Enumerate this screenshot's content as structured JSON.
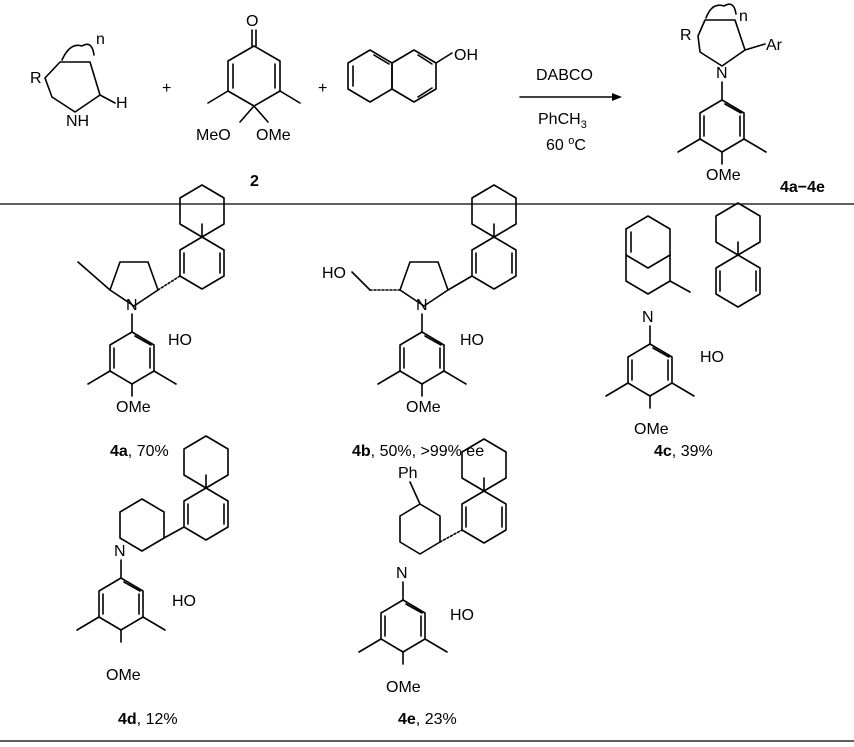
{
  "scheme": {
    "reactant1": {
      "r_label": "R",
      "n_label": "n",
      "nh_label": "NH",
      "h_label": "H"
    },
    "plus": "+",
    "reactant2": {
      "carbonyl_o": "O",
      "ome_left": "MeO",
      "ome_right": "OMe",
      "number": "2"
    },
    "reactant3": {
      "oh_label": "OH"
    },
    "conditions": {
      "reagent": "DABCO",
      "solvent_base": "PhCH",
      "solvent_sub": "3",
      "temperature": "60 ",
      "temp_sup": "o",
      "temp_unit": "C"
    },
    "product": {
      "r_label": "R",
      "n_label": "n",
      "ar_label": "Ar",
      "n_atom": "N",
      "ome_label": "OMe",
      "range_label": "4a−4e"
    }
  },
  "compounds": [
    {
      "id": "4a",
      "rest": ", 70%",
      "n_atom": "N",
      "oh_label": "HO",
      "ome_label": "OMe"
    },
    {
      "id": "4b",
      "rest": ", 50%, >99% ee",
      "n_atom": "N",
      "oh_label": "HO",
      "ome_label": "OMe",
      "side_oh": "HO"
    },
    {
      "id": "4c",
      "rest": ", 39%",
      "n_atom": "N",
      "oh_label": "HO",
      "ome_label": "OMe"
    },
    {
      "id": "4d",
      "rest": ", 12%",
      "n_atom": "N",
      "oh_label": "HO",
      "ome_label": "OMe"
    },
    {
      "id": "4e",
      "rest": ", 23%",
      "n_atom": "N",
      "oh_label": "HO",
      "ome_label": "OMe",
      "ph_label": "Ph"
    }
  ]
}
